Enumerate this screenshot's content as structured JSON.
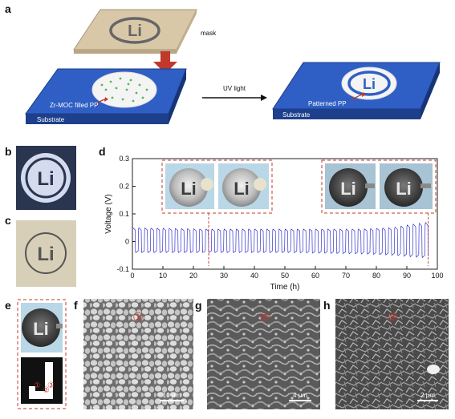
{
  "panels": {
    "a": "a",
    "b": "b",
    "c": "c",
    "d": "d",
    "e": "e",
    "f": "f",
    "g": "g",
    "h": "h"
  },
  "schematic": {
    "mask_label": "mask",
    "mask_logo_text": "Li",
    "left_membrane_label": "Zr-MOC filled PP",
    "left_substrate_label": "Substrate",
    "arrow_label": "UV light",
    "right_membrane_label": "Patterned PP",
    "right_substrate_label": "Substrate",
    "patterned_logo_text": "Li",
    "colors": {
      "substrate": "#2f5fc4",
      "substrate_side": "#1d3f8c",
      "mask": "#d9c8a8",
      "arrow": "#c0392b"
    }
  },
  "photos": {
    "b_logo_text": "Li",
    "c_logo_text": "Li",
    "d_inset_texts": [
      "Li",
      "Li",
      "Li",
      "Li"
    ],
    "e_logo_text": "Li",
    "e_markers": [
      "①",
      "②",
      "③"
    ]
  },
  "sem": {
    "f": {
      "marker": "①",
      "scale_bar": "10 μm"
    },
    "g": {
      "marker": "②",
      "scale_bar": "4 μm"
    },
    "h": {
      "marker": "③",
      "scale_bar": "2 μm"
    }
  },
  "chart_data": {
    "type": "line",
    "title": "",
    "xlabel": "Time (h)",
    "ylabel": "Voltage (V)",
    "xlim": [
      0,
      100
    ],
    "ylim": [
      -0.1,
      0.3
    ],
    "xticks": [
      "0",
      "10",
      "20",
      "30",
      "40",
      "50",
      "60",
      "70",
      "80",
      "90",
      "100"
    ],
    "yticks": [
      "-0.1",
      "0",
      "0.1",
      "0.2",
      "0.3"
    ],
    "grid": false,
    "series": [
      {
        "color": "#3333cc",
        "cycle_period_h": 2,
        "end_time_h": 97,
        "upper_envelope": {
          "t": [
            0,
            25,
            50,
            75,
            85,
            90,
            97
          ],
          "v": [
            0.05,
            0.045,
            0.045,
            0.045,
            0.05,
            0.06,
            0.07
          ]
        },
        "lower_envelope": {
          "t": [
            0,
            25,
            50,
            75,
            85,
            90,
            97
          ],
          "v": [
            -0.04,
            -0.04,
            -0.04,
            -0.045,
            -0.05,
            -0.055,
            -0.06
          ]
        }
      }
    ],
    "markers": [
      {
        "t": 25,
        "style": "dashed",
        "color": "#c0392b"
      },
      {
        "t": 97,
        "style": "dashed",
        "color": "#c0392b"
      }
    ]
  }
}
